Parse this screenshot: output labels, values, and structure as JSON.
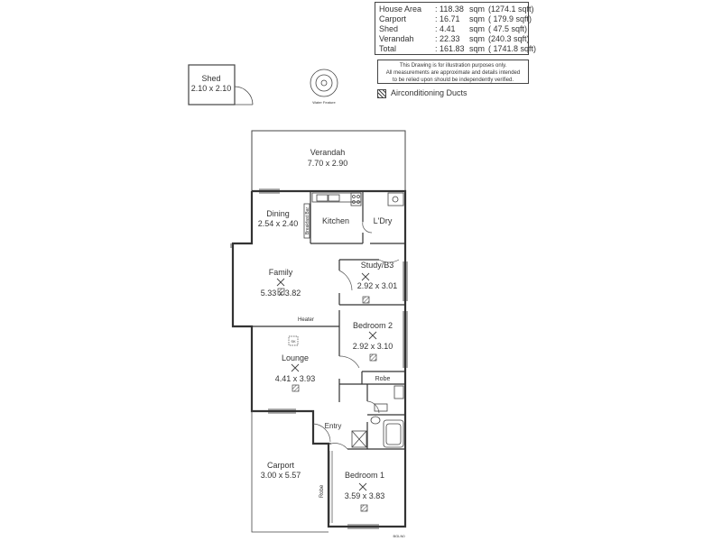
{
  "area_table": {
    "rows": [
      {
        "label": "House Area",
        "value": ": 118.38",
        "unit": "sqm",
        "imperial": "(1274.1 sqft)"
      },
      {
        "label": "Carport",
        "value": ": 16.71",
        "unit": "sqm",
        "imperial": "( 179.9 sqft)"
      },
      {
        "label": "Shed",
        "value": ": 4.41",
        "unit": "sqm",
        "imperial": "( 47.5 sqft)"
      },
      {
        "label": "Verandah",
        "value": ": 22.33",
        "unit": "sqm",
        "imperial": "(240.3 sqft)"
      },
      {
        "label": "Total",
        "value": ": 161.83",
        "unit": "sqm",
        "imperial": "( 1741.8 sqft)"
      }
    ]
  },
  "disclaimer": {
    "line1": "This Drawing is for illustration purposes only.",
    "line2": "All measurements are approximate and details intended",
    "line3": "to be relied upon should be independently verified."
  },
  "legend": {
    "label": "Airconditioning Ducts"
  },
  "water_feature": {
    "label": "Water Feature"
  },
  "rooms": {
    "shed": {
      "name": "Shed",
      "size": "2.10 x 2.10"
    },
    "verandah": {
      "name": "Verandah",
      "size": "7.70 x 2.90"
    },
    "dining": {
      "name": "Dining",
      "size": "2.54 x 2.40"
    },
    "breakfast_bar": {
      "name": "Breakfast Bar"
    },
    "kitchen": {
      "name": "Kitchen"
    },
    "laundry": {
      "name": "L'Dry"
    },
    "family": {
      "name": "Family",
      "size": "5.33 x 3.82"
    },
    "study": {
      "name": "Study/B3",
      "size": "2.92 x 3.01"
    },
    "heater": {
      "name": "Heater"
    },
    "bedroom2": {
      "name": "Bedroom 2",
      "size": "2.92 x 3.10"
    },
    "lounge": {
      "name": "Lounge",
      "size": "4.41 x 3.93"
    },
    "robe2": {
      "name": "Robe"
    },
    "entry": {
      "name": "Entry"
    },
    "carport": {
      "name": "Carport",
      "size": "3.00 x 5.57"
    },
    "bedroom1": {
      "name": "Bedroom 1",
      "size": "3.59 x 3.83"
    },
    "robe1": {
      "name": "Robe"
    },
    "sk": {
      "name": "SK"
    }
  },
  "footer": {
    "code": "BGLN0"
  }
}
